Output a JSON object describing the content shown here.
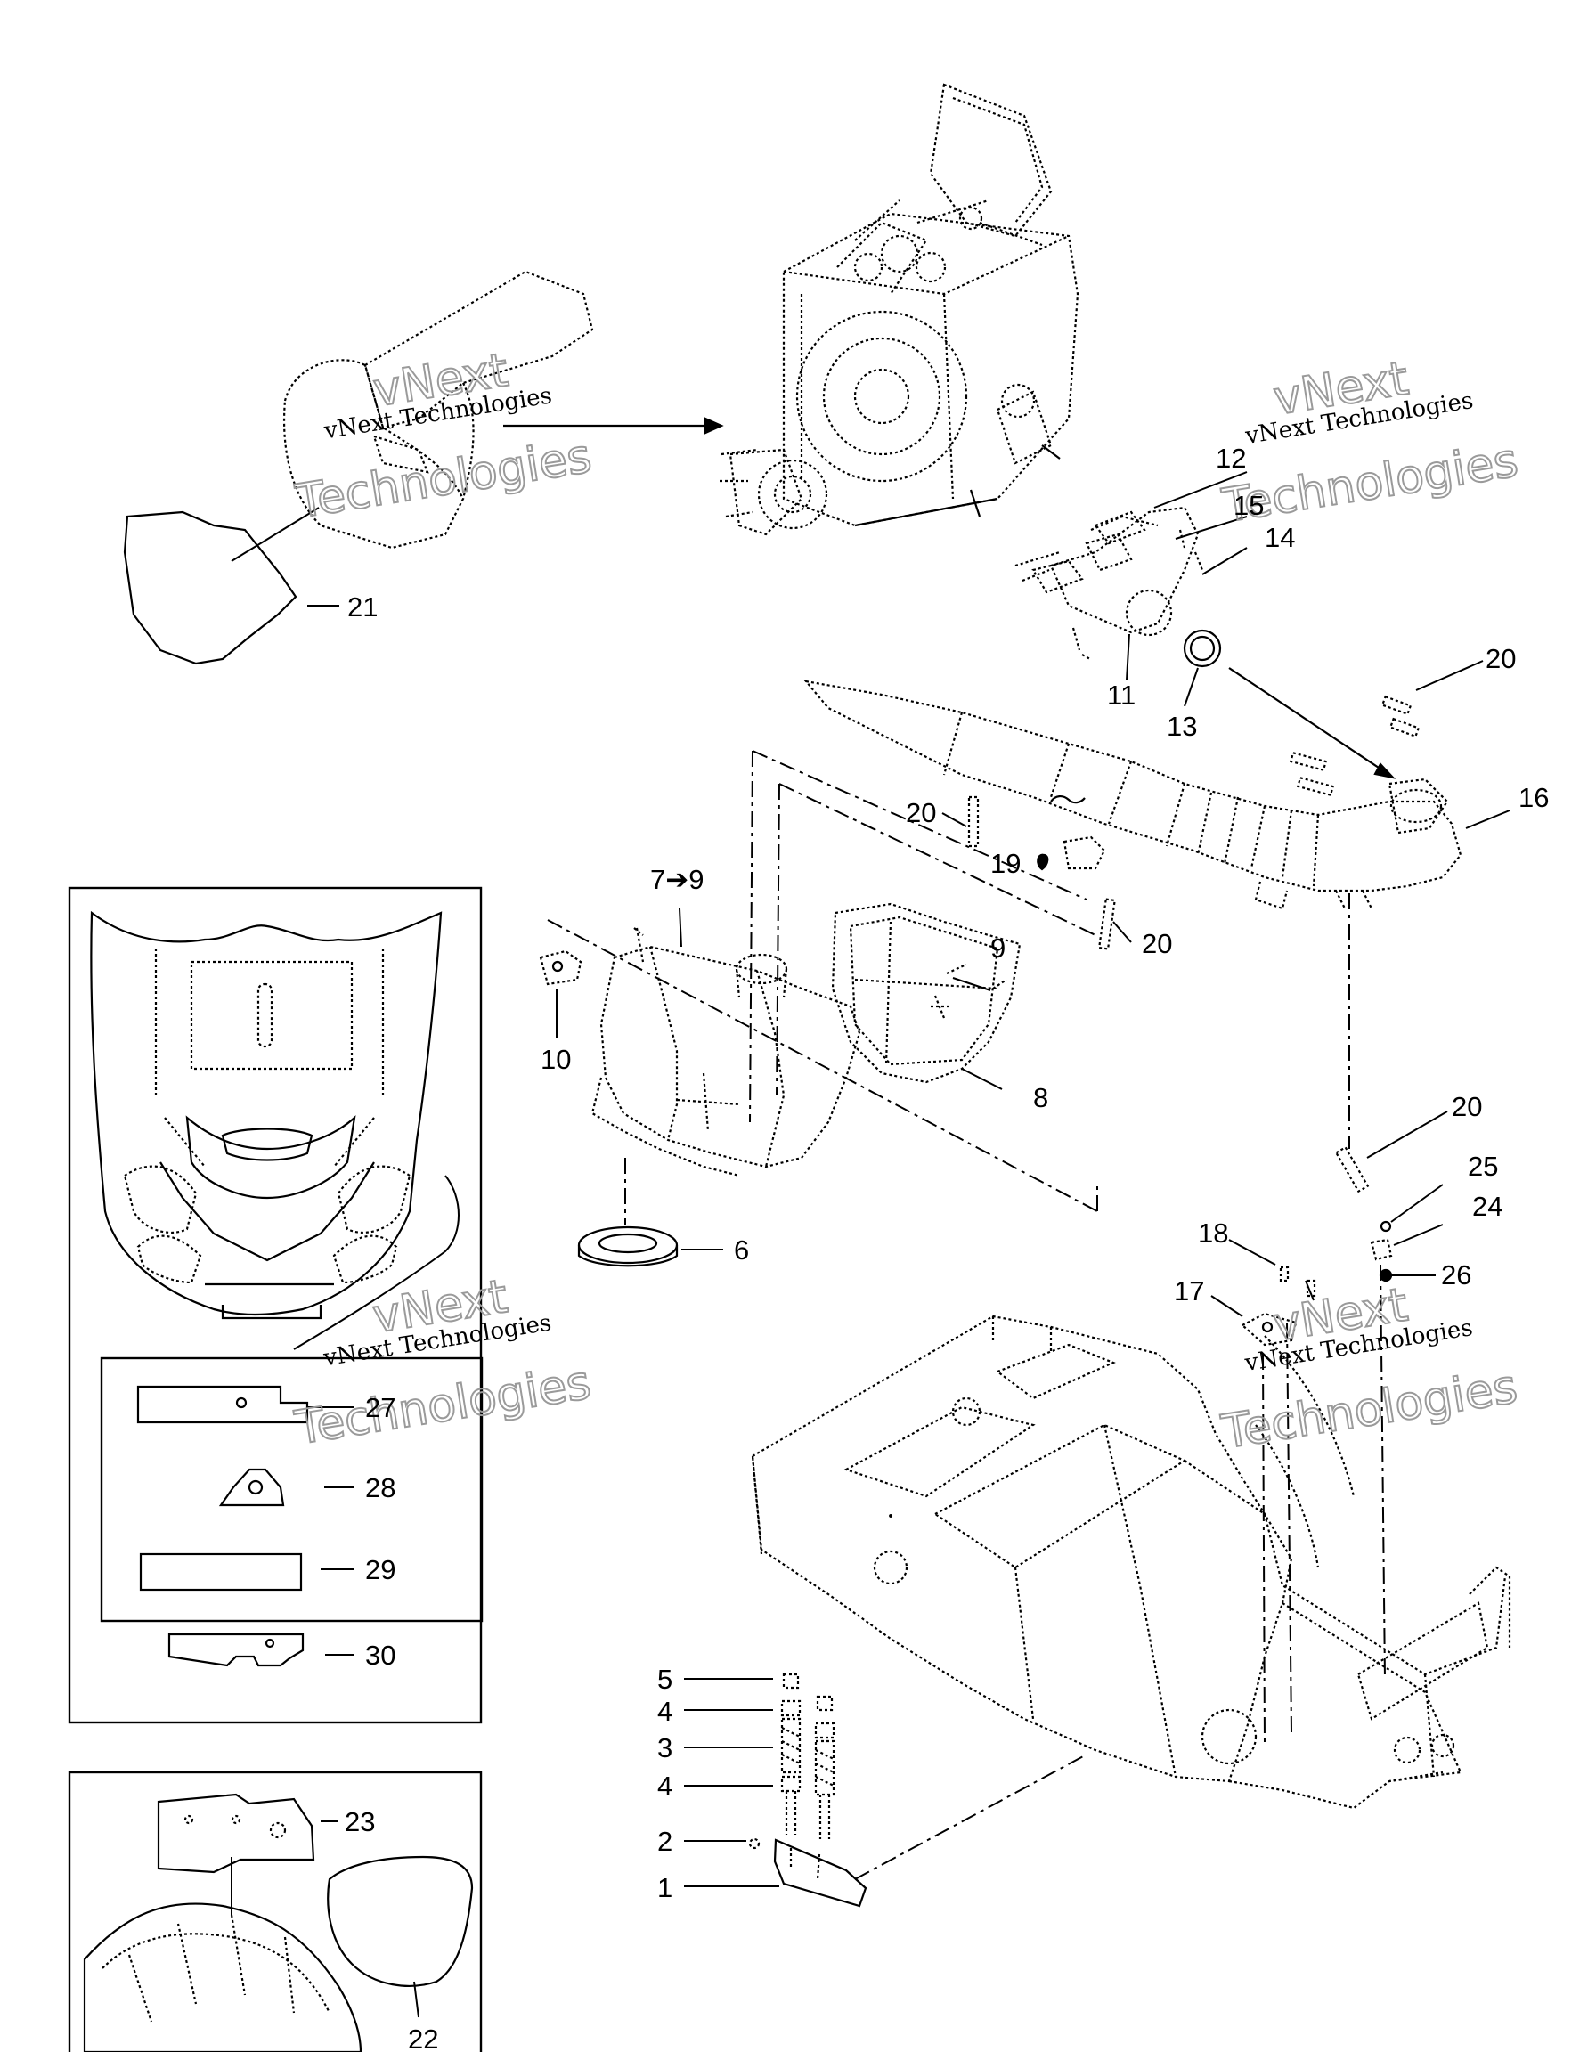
{
  "watermark": {
    "brand": "vNext",
    "line1": "vNext Technologies",
    "line2": "Technologies"
  },
  "callouts": {
    "c1": "1",
    "c2": "2",
    "c3": "3",
    "c4a": "4",
    "c4b": "4",
    "c5": "5",
    "c6": "6",
    "c7": "7➔9",
    "c8": "8",
    "c9": "9",
    "c10": "10",
    "c11": "11",
    "c12": "12",
    "c13": "13",
    "c14": "14",
    "c15": "15",
    "c16": "16",
    "c17": "17",
    "c18": "18",
    "c19": "19",
    "c20a": "20",
    "c20b": "20",
    "c20c": "20",
    "c20d": "20",
    "c21": "21",
    "c22": "22",
    "c23": "23",
    "c24": "24",
    "c25": "25",
    "c26": "26",
    "c27": "27",
    "c28": "28",
    "c29": "29",
    "c30": "30"
  }
}
